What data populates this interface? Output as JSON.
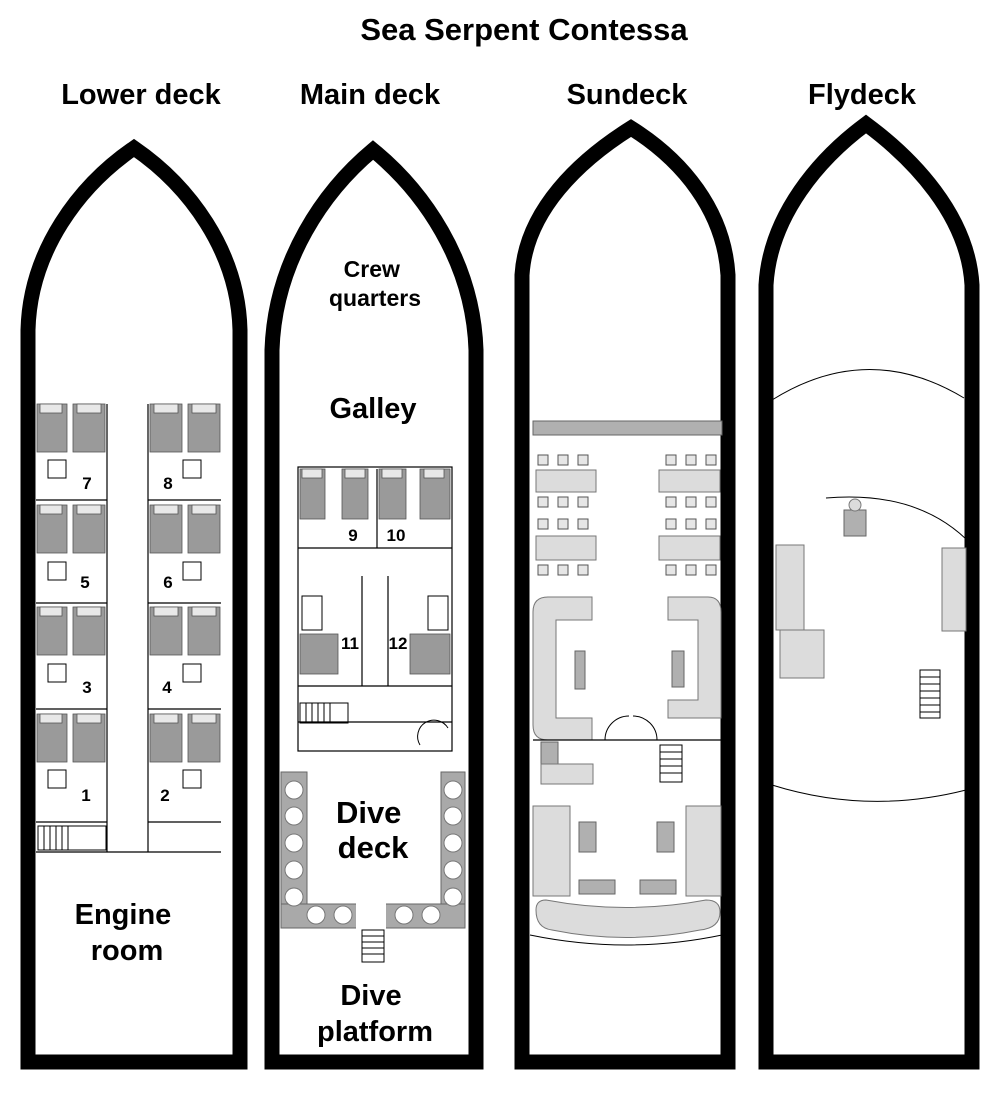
{
  "title": "Sea Serpent Contessa",
  "decks": [
    {
      "name": "Lower deck",
      "areas": [
        {
          "label_lines": [
            "Engine",
            "room"
          ]
        }
      ],
      "cabins": [
        "7",
        "8",
        "5",
        "6",
        "3",
        "4",
        "1",
        "2"
      ]
    },
    {
      "name": "Main deck",
      "areas": [
        {
          "label_lines": [
            "Crew",
            "quarters"
          ]
        },
        {
          "label_lines": [
            "Galley"
          ]
        },
        {
          "label_lines": [
            "Dive",
            "deck"
          ]
        },
        {
          "label_lines": [
            "Dive",
            "platform"
          ]
        }
      ],
      "cabins": [
        "9",
        "10",
        "11",
        "12"
      ]
    },
    {
      "name": "Sundeck",
      "areas": [],
      "cabins": []
    },
    {
      "name": "Flydeck",
      "areas": [],
      "cabins": []
    }
  ],
  "colors": {
    "hull": "#000000",
    "background": "#ffffff",
    "furniture_dark": "#9a9a9a",
    "furniture_light": "#dcdcdc"
  }
}
